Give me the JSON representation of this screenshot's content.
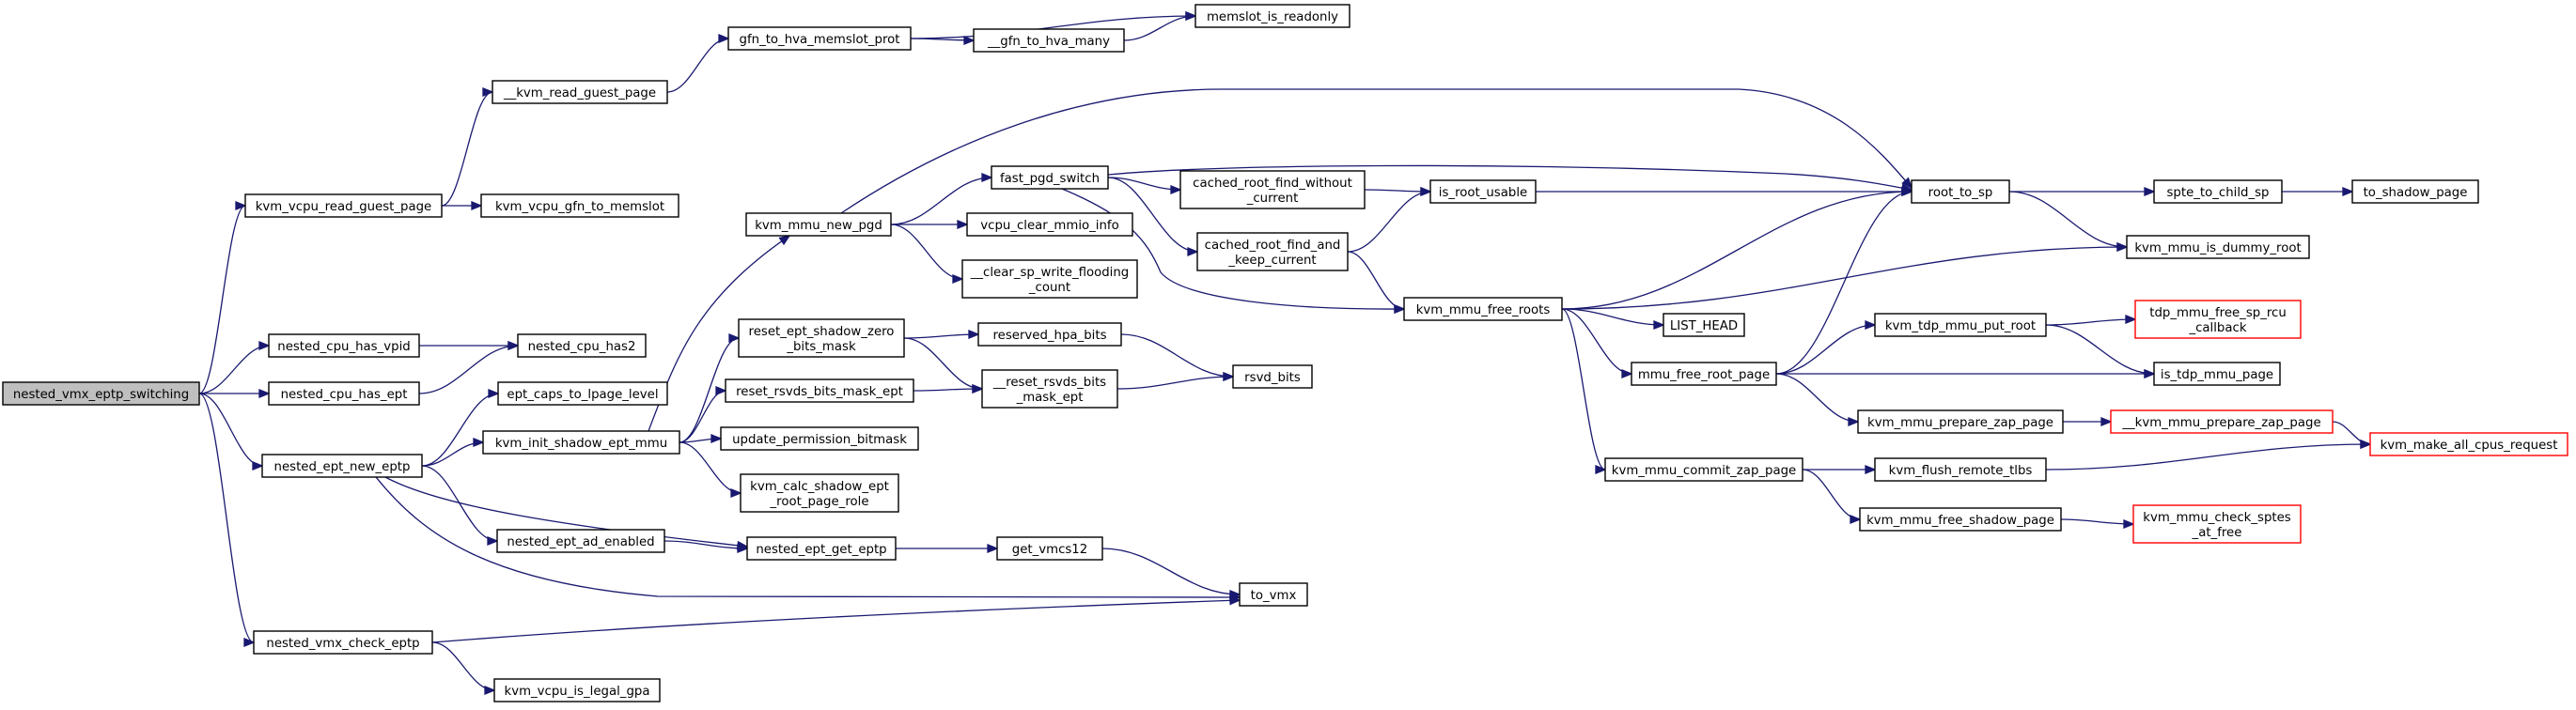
{
  "nodes": [
    {
      "id": "nested_vmx_eptp_switching",
      "lines": [
        "nested_vmx_eptp_switching"
      ],
      "root": true
    },
    {
      "id": "kvm_vcpu_read_guest_page",
      "lines": [
        "kvm_vcpu_read_guest_page"
      ]
    },
    {
      "id": "nested_cpu_has_vpid",
      "lines": [
        "nested_cpu_has_vpid"
      ]
    },
    {
      "id": "nested_cpu_has_ept",
      "lines": [
        "nested_cpu_has_ept"
      ]
    },
    {
      "id": "nested_ept_new_eptp",
      "lines": [
        "nested_ept_new_eptp"
      ]
    },
    {
      "id": "nested_vmx_check_eptp",
      "lines": [
        "nested_vmx_check_eptp"
      ]
    },
    {
      "id": "__kvm_read_guest_page",
      "lines": [
        "__kvm_read_guest_page"
      ]
    },
    {
      "id": "kvm_vcpu_gfn_to_memslot",
      "lines": [
        "kvm_vcpu_gfn_to_memslot"
      ]
    },
    {
      "id": "nested_cpu_has2",
      "lines": [
        "nested_cpu_has2"
      ]
    },
    {
      "id": "ept_caps_to_lpage_level",
      "lines": [
        "ept_caps_to_lpage_level"
      ]
    },
    {
      "id": "kvm_init_shadow_ept_mmu",
      "lines": [
        "kvm_init_shadow_ept_mmu"
      ]
    },
    {
      "id": "nested_ept_ad_enabled",
      "lines": [
        "nested_ept_ad_enabled"
      ]
    },
    {
      "id": "kvm_vcpu_is_legal_gpa",
      "lines": [
        "kvm_vcpu_is_legal_gpa"
      ]
    },
    {
      "id": "gfn_to_hva_memslot_prot",
      "lines": [
        "gfn_to_hva_memslot_prot"
      ]
    },
    {
      "id": "kvm_mmu_new_pgd",
      "lines": [
        "kvm_mmu_new_pgd"
      ]
    },
    {
      "id": "reset_ept_shadow_zero_bits_mask",
      "lines": [
        "reset_ept_shadow_zero",
        "_bits_mask"
      ]
    },
    {
      "id": "reset_rsvds_bits_mask_ept",
      "lines": [
        "reset_rsvds_bits_mask_ept"
      ]
    },
    {
      "id": "update_permission_bitmask",
      "lines": [
        "update_permission_bitmask"
      ]
    },
    {
      "id": "kvm_calc_shadow_ept_root_page_role",
      "lines": [
        "kvm_calc_shadow_ept",
        "_root_page_role"
      ]
    },
    {
      "id": "nested_ept_get_eptp",
      "lines": [
        "nested_ept_get_eptp"
      ]
    },
    {
      "id": "__gfn_to_hva_many",
      "lines": [
        "__gfn_to_hva_many"
      ]
    },
    {
      "id": "memslot_is_readonly",
      "lines": [
        "memslot_is_readonly"
      ]
    },
    {
      "id": "fast_pgd_switch",
      "lines": [
        "fast_pgd_switch"
      ]
    },
    {
      "id": "vcpu_clear_mmio_info",
      "lines": [
        "vcpu_clear_mmio_info"
      ]
    },
    {
      "id": "__clear_sp_write_flooding_count",
      "lines": [
        "__clear_sp_write_flooding",
        "_count"
      ]
    },
    {
      "id": "reserved_hpa_bits",
      "lines": [
        "reserved_hpa_bits"
      ]
    },
    {
      "id": "__reset_rsvds_bits_mask_ept",
      "lines": [
        "__reset_rsvds_bits",
        "_mask_ept"
      ]
    },
    {
      "id": "get_vmcs12",
      "lines": [
        "get_vmcs12"
      ]
    },
    {
      "id": "to_vmx",
      "lines": [
        "to_vmx"
      ]
    },
    {
      "id": "rsvd_bits",
      "lines": [
        "rsvd_bits"
      ]
    },
    {
      "id": "cached_root_find_without_current",
      "lines": [
        "cached_root_find_without",
        "_current"
      ]
    },
    {
      "id": "cached_root_find_and_keep_current",
      "lines": [
        "cached_root_find_and",
        "_keep_current"
      ]
    },
    {
      "id": "is_root_usable",
      "lines": [
        "is_root_usable"
      ]
    },
    {
      "id": "kvm_mmu_free_roots",
      "lines": [
        "kvm_mmu_free_roots"
      ]
    },
    {
      "id": "LIST_HEAD",
      "lines": [
        "LIST_HEAD"
      ]
    },
    {
      "id": "mmu_free_root_page",
      "lines": [
        "mmu_free_root_page"
      ]
    },
    {
      "id": "kvm_mmu_commit_zap_page",
      "lines": [
        "kvm_mmu_commit_zap_page"
      ]
    },
    {
      "id": "root_to_sp",
      "lines": [
        "root_to_sp"
      ]
    },
    {
      "id": "kvm_tdp_mmu_put_root",
      "lines": [
        "kvm_tdp_mmu_put_root"
      ]
    },
    {
      "id": "kvm_mmu_prepare_zap_page",
      "lines": [
        "kvm_mmu_prepare_zap_page"
      ]
    },
    {
      "id": "kvm_flush_remote_tlbs",
      "lines": [
        "kvm_flush_remote_tlbs"
      ]
    },
    {
      "id": "kvm_mmu_free_shadow_page",
      "lines": [
        "kvm_mmu_free_shadow_page"
      ]
    },
    {
      "id": "spte_to_child_sp",
      "lines": [
        "spte_to_child_sp"
      ]
    },
    {
      "id": "kvm_mmu_is_dummy_root",
      "lines": [
        "kvm_mmu_is_dummy_root"
      ]
    },
    {
      "id": "tdp_mmu_free_sp_rcu_callback",
      "lines": [
        "tdp_mmu_free_sp_rcu",
        "_callback"
      ],
      "truncated": true
    },
    {
      "id": "is_tdp_mmu_page",
      "lines": [
        "is_tdp_mmu_page"
      ]
    },
    {
      "id": "__kvm_mmu_prepare_zap_page",
      "lines": [
        "__kvm_mmu_prepare_zap_page"
      ],
      "truncated": true
    },
    {
      "id": "kvm_mmu_check_sptes_at_free",
      "lines": [
        "kvm_mmu_check_sptes",
        "_at_free"
      ],
      "truncated": true
    },
    {
      "id": "to_shadow_page",
      "lines": [
        "to_shadow_page"
      ]
    },
    {
      "id": "kvm_make_all_cpus_request",
      "lines": [
        "kvm_make_all_cpus_request"
      ],
      "truncated": true
    }
  ],
  "edges": [
    [
      "nested_vmx_eptp_switching",
      "kvm_vcpu_read_guest_page"
    ],
    [
      "nested_vmx_eptp_switching",
      "nested_cpu_has_vpid"
    ],
    [
      "nested_vmx_eptp_switching",
      "nested_cpu_has_ept"
    ],
    [
      "nested_vmx_eptp_switching",
      "nested_ept_new_eptp"
    ],
    [
      "nested_vmx_eptp_switching",
      "nested_vmx_check_eptp"
    ],
    [
      "kvm_vcpu_read_guest_page",
      "__kvm_read_guest_page"
    ],
    [
      "kvm_vcpu_read_guest_page",
      "kvm_vcpu_gfn_to_memslot"
    ],
    [
      "__kvm_read_guest_page",
      "gfn_to_hva_memslot_prot"
    ],
    [
      "gfn_to_hva_memslot_prot",
      "__gfn_to_hva_many"
    ],
    [
      "gfn_to_hva_memslot_prot",
      "memslot_is_readonly"
    ],
    [
      "__gfn_to_hva_many",
      "memslot_is_readonly"
    ],
    [
      "nested_cpu_has_vpid",
      "nested_cpu_has2"
    ],
    [
      "nested_cpu_has_ept",
      "nested_cpu_has2"
    ],
    [
      "nested_ept_new_eptp",
      "ept_caps_to_lpage_level"
    ],
    [
      "nested_ept_new_eptp",
      "kvm_init_shadow_ept_mmu"
    ],
    [
      "nested_ept_new_eptp",
      "nested_ept_ad_enabled"
    ],
    [
      "nested_ept_new_eptp",
      "nested_ept_get_eptp"
    ],
    [
      "nested_ept_new_eptp",
      "to_vmx"
    ],
    [
      "kvm_init_shadow_ept_mmu",
      "kvm_mmu_new_pgd"
    ],
    [
      "kvm_init_shadow_ept_mmu",
      "reset_ept_shadow_zero_bits_mask"
    ],
    [
      "kvm_init_shadow_ept_mmu",
      "reset_rsvds_bits_mask_ept"
    ],
    [
      "kvm_init_shadow_ept_mmu",
      "update_permission_bitmask"
    ],
    [
      "kvm_init_shadow_ept_mmu",
      "kvm_calc_shadow_ept_root_page_role"
    ],
    [
      "nested_ept_ad_enabled",
      "nested_ept_get_eptp"
    ],
    [
      "nested_ept_get_eptp",
      "get_vmcs12"
    ],
    [
      "get_vmcs12",
      "to_vmx"
    ],
    [
      "nested_vmx_check_eptp",
      "to_vmx"
    ],
    [
      "nested_vmx_check_eptp",
      "kvm_vcpu_is_legal_gpa"
    ],
    [
      "kvm_mmu_new_pgd",
      "fast_pgd_switch"
    ],
    [
      "kvm_mmu_new_pgd",
      "vcpu_clear_mmio_info"
    ],
    [
      "kvm_mmu_new_pgd",
      "__clear_sp_write_flooding_count"
    ],
    [
      "kvm_mmu_new_pgd",
      "root_to_sp"
    ],
    [
      "fast_pgd_switch",
      "cached_root_find_without_current"
    ],
    [
      "fast_pgd_switch",
      "cached_root_find_and_keep_current"
    ],
    [
      "fast_pgd_switch",
      "root_to_sp"
    ],
    [
      "fast_pgd_switch",
      "kvm_mmu_free_roots"
    ],
    [
      "cached_root_find_without_current",
      "is_root_usable"
    ],
    [
      "cached_root_find_and_keep_current",
      "is_root_usable"
    ],
    [
      "cached_root_find_and_keep_current",
      "kvm_mmu_free_roots"
    ],
    [
      "is_root_usable",
      "root_to_sp"
    ],
    [
      "reset_ept_shadow_zero_bits_mask",
      "reserved_hpa_bits"
    ],
    [
      "reset_ept_shadow_zero_bits_mask",
      "__reset_rsvds_bits_mask_ept"
    ],
    [
      "reset_rsvds_bits_mask_ept",
      "__reset_rsvds_bits_mask_ept"
    ],
    [
      "reserved_hpa_bits",
      "rsvd_bits"
    ],
    [
      "__reset_rsvds_bits_mask_ept",
      "rsvd_bits"
    ],
    [
      "kvm_mmu_free_roots",
      "root_to_sp"
    ],
    [
      "kvm_mmu_free_roots",
      "kvm_mmu_is_dummy_root"
    ],
    [
      "kvm_mmu_free_roots",
      "LIST_HEAD"
    ],
    [
      "kvm_mmu_free_roots",
      "mmu_free_root_page"
    ],
    [
      "kvm_mmu_free_roots",
      "kvm_mmu_commit_zap_page"
    ],
    [
      "root_to_sp",
      "spte_to_child_sp"
    ],
    [
      "root_to_sp",
      "kvm_mmu_is_dummy_root"
    ],
    [
      "spte_to_child_sp",
      "to_shadow_page"
    ],
    [
      "mmu_free_root_page",
      "root_to_sp"
    ],
    [
      "mmu_free_root_page",
      "kvm_tdp_mmu_put_root"
    ],
    [
      "mmu_free_root_page",
      "is_tdp_mmu_page"
    ],
    [
      "mmu_free_root_page",
      "kvm_mmu_prepare_zap_page"
    ],
    [
      "kvm_tdp_mmu_put_root",
      "tdp_mmu_free_sp_rcu_callback"
    ],
    [
      "kvm_tdp_mmu_put_root",
      "is_tdp_mmu_page"
    ],
    [
      "kvm_mmu_prepare_zap_page",
      "__kvm_mmu_prepare_zap_page"
    ],
    [
      "__kvm_mmu_prepare_zap_page",
      "kvm_make_all_cpus_request"
    ],
    [
      "kvm_mmu_commit_zap_page",
      "kvm_flush_remote_tlbs"
    ],
    [
      "kvm_mmu_commit_zap_page",
      "kvm_mmu_free_shadow_page"
    ],
    [
      "kvm_flush_remote_tlbs",
      "kvm_make_all_cpus_request"
    ],
    [
      "kvm_mmu_free_shadow_page",
      "kvm_mmu_check_sptes_at_free"
    ]
  ],
  "colors": {
    "edge": "#191970",
    "root_fill": "#bfbfbf",
    "truncated_border": "#ff0000",
    "border": "#000000",
    "background": "#ffffff"
  }
}
